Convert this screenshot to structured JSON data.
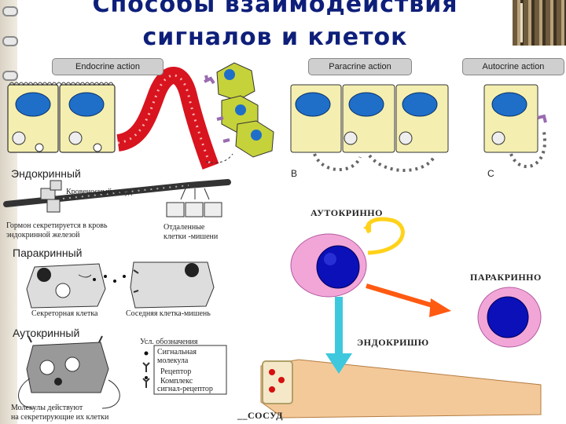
{
  "title": {
    "line1": "Способы взаимодействия",
    "line2": "сигналов и клеток"
  },
  "top_figure": {
    "endocrine_header": "Endocrine action",
    "paracrine_header": "Paracrine action",
    "autocrine_header": "Autocrine action",
    "label_b": "B",
    "label_c": "C"
  },
  "left_figure": {
    "endocrine_title": "Эндокринный",
    "vessel_label": "Кровеносный сосуд",
    "hormone_label_1": "Гормон секретируется в кровь",
    "hormone_label_2": "эндокринной железой",
    "distant_label_1": "Отдаленные",
    "distant_label_2": "клетки -мишени",
    "paracrine_title": "Паракринный",
    "secretory_label": "Секреторная клетка",
    "neighbor_label": "Соседняя клетка-мишень",
    "autocrine_title": "Аутокринный",
    "molecules_label_1": "Молекулы действуют",
    "molecules_label_2": "на секретирующие их клетки"
  },
  "legend": {
    "title": "Усл. обозначения",
    "signal_1": "Сигнальная",
    "signal_2": "молекула",
    "receptor": "Рецептор",
    "complex_1": "Комплекс",
    "complex_2": "сигнал-рецептор"
  },
  "right_figure": {
    "autocrine": "АУТОКРИННО",
    "paracrine": "ПАРАКРИННО",
    "endocrine": "ЭНДОКРИШЮ",
    "vessel": "__СОСУД"
  },
  "colors": {
    "title": "#0e1f7a",
    "cell_fill": "#f4efb0",
    "nucleus": "#1f6fc9",
    "vessel_red": "#d8141f",
    "target_green": "#c6d23a",
    "pink": "#f2a6d8",
    "dark_blue": "#0b10b8",
    "arrow_orange": "#ff5a12",
    "arrow_cyan": "#3ec8dd",
    "arrow_yellow": "#ffd21a",
    "vessel_tan": "#f4c99a"
  }
}
